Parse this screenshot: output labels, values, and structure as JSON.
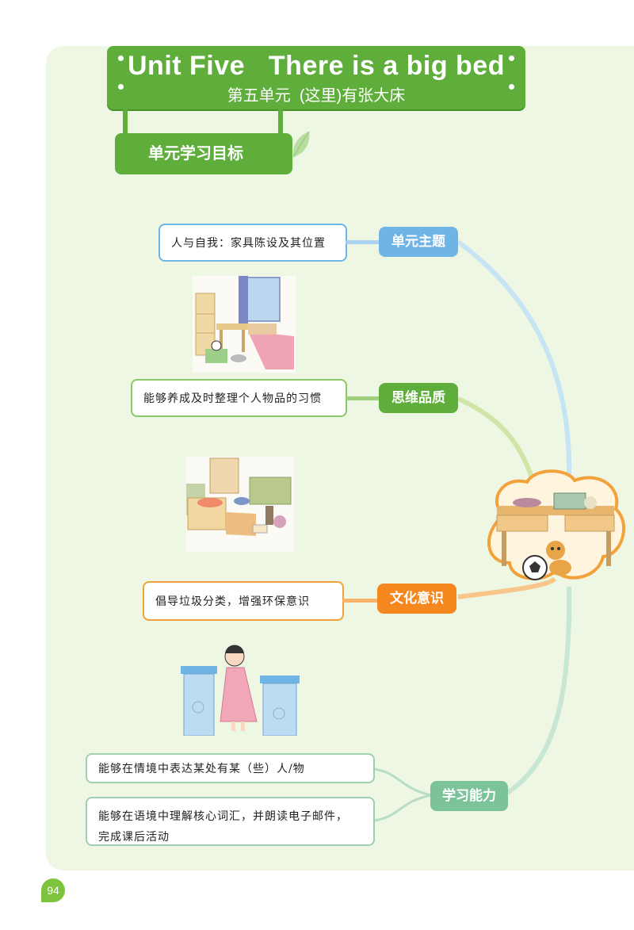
{
  "header": {
    "title": "Unit Five   There is a big bed",
    "subtitle": "第五单元  (这里)有张大床",
    "goals_label": "单元学习目标"
  },
  "goals": [
    {
      "category": "单元主题",
      "color": "#6fb4e6",
      "items": [
        "人与自我：家具陈设及其位置"
      ]
    },
    {
      "category": "思维品质",
      "color": "#5fae3c",
      "items": [
        "能够养成及时整理个人物品的习惯"
      ]
    },
    {
      "category": "文化意识",
      "color": "#f5871f",
      "items": [
        "倡导垃圾分类，增强环保意识"
      ]
    },
    {
      "category": "学习能力",
      "color": "#7cc39a",
      "items": [
        "能够在情境中表达某处有某（些）人/物",
        "能够在语境中理解核心词汇，并朗读电子邮件，",
        "完成课后活动"
      ]
    }
  ],
  "illustrations": [
    "tidy-bedroom-image",
    "messy-bedroom-image",
    "recycling-girl-image",
    "messy-desk-dog-image"
  ],
  "page_number": "94"
}
